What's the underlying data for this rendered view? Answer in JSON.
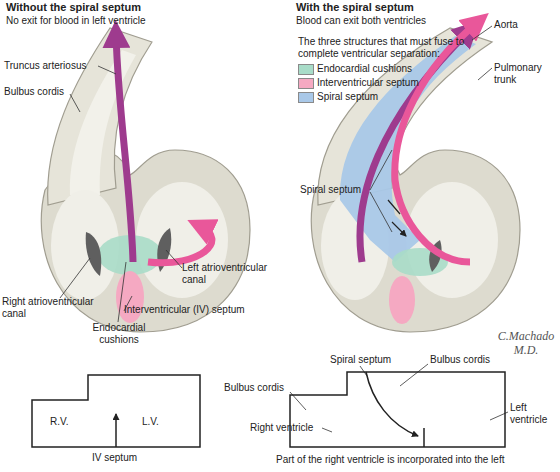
{
  "diagram": {
    "labels": [
      "Without the spiral septum",
      "No exit for blood in left ventricle",
      "With the spiral septum",
      "Blood can exit both ventricles",
      "The three structures that must fuse to complete ventricular separation:",
      "Truncus arteriosus",
      "Bulbus cordis",
      "Right atrioventricular canal",
      "Endocardial cushions",
      "Interventricular (IV) septum",
      "Left atrioventricular canal",
      "Aorta",
      "Pulmonary trunk",
      "Spiral septum",
      "C.Machado M.D.",
      "R.V.",
      "L.V.",
      "IV septum",
      "Spiral septum",
      "Bulbus cordis",
      "Bulbus cordis",
      "Right ventricle",
      "Left ventricle",
      "Part of the right ventricle is incorporated into the left"
    ],
    "legend": [
      {
        "text": "Endocardial cushions",
        "color": "#a8dcc8"
      },
      {
        "text": "Interventricular septum",
        "color": "#f5a9c2"
      },
      {
        "text": "Spiral septum",
        "color": "#a9c8e8"
      }
    ]
  }
}
